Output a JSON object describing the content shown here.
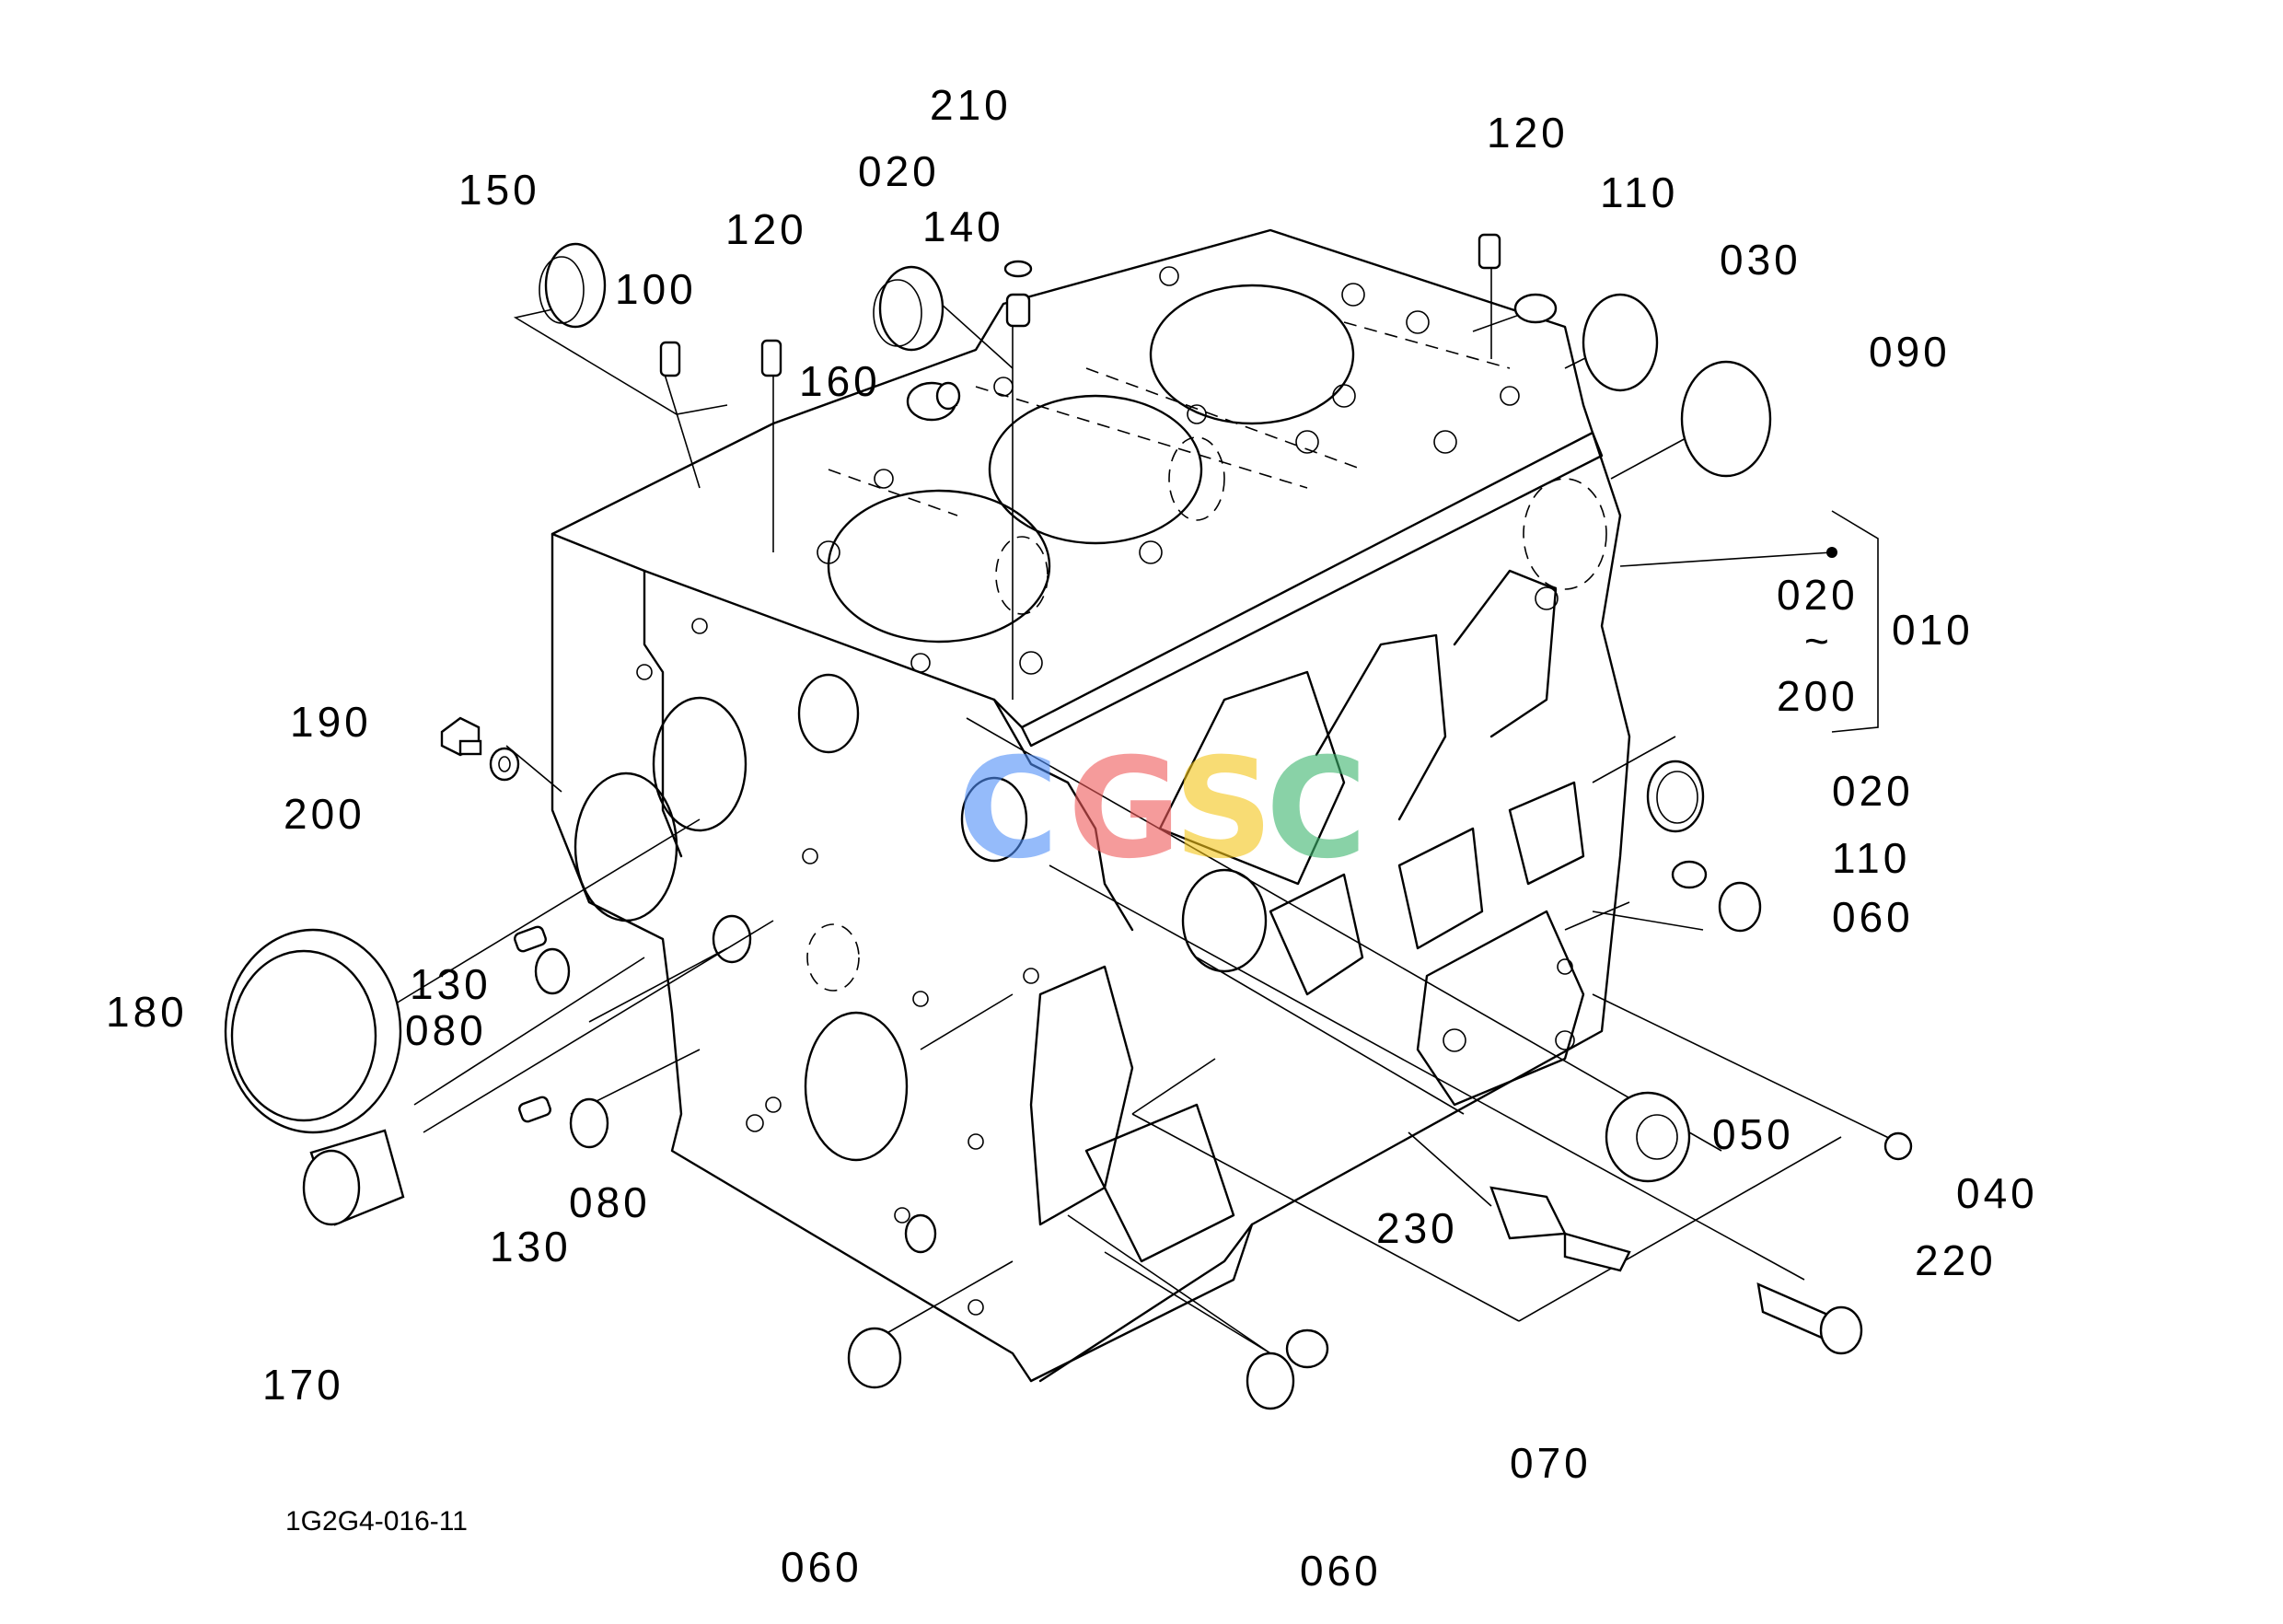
{
  "diagram": {
    "drawing_number": "1G2G4-016-11",
    "watermark": {
      "letters": [
        "C",
        "G",
        "S",
        "C"
      ],
      "colors": [
        "#4f8ef7",
        "#ef5a5a",
        "#f5c518",
        "#3cb56d"
      ]
    },
    "callouts": {
      "c150": "150",
      "c100": "100",
      "c120a": "120",
      "c020a": "020",
      "c210": "210",
      "c140": "140",
      "c160": "160",
      "c120b": "120",
      "c110a": "110",
      "c030": "030",
      "c090": "090",
      "c010": "010",
      "c020range": "020",
      "c200range": "200",
      "c190": "190",
      "c200": "200",
      "c020b": "020",
      "c110b": "110",
      "c060a": "060",
      "c180": "180",
      "c130a": "130",
      "c080a": "080",
      "c050": "050",
      "c040": "040",
      "c130b": "130",
      "c080b": "080",
      "c230": "230",
      "c220": "220",
      "c170": "170",
      "c070": "070",
      "c060b": "060",
      "c060c": "060"
    }
  }
}
